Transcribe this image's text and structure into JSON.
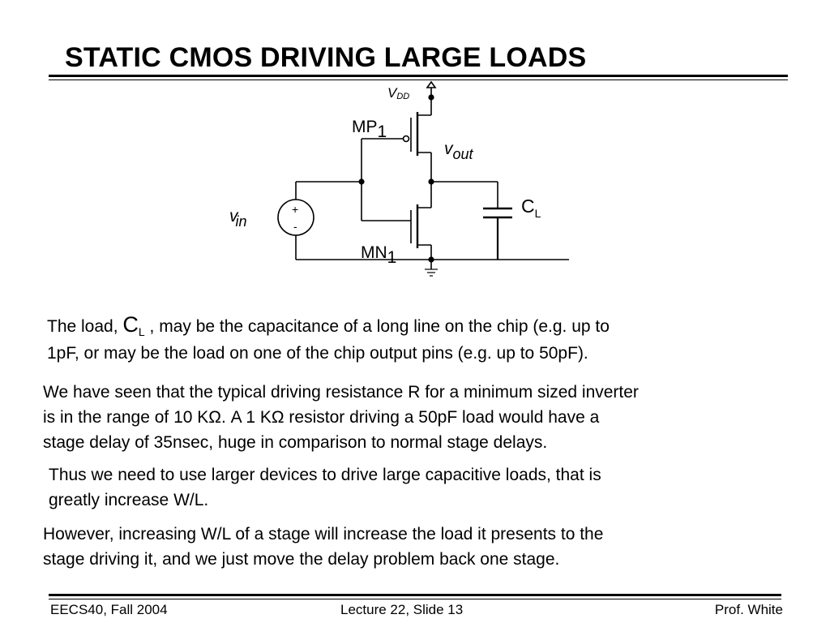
{
  "title": "STATIC CMOS DRIVING LARGE LOADS",
  "circuit": {
    "vdd_main": "V",
    "vdd_sub": "DD",
    "mp_main": "MP",
    "mp_sub": "1",
    "mn_main": "MN",
    "mn_sub": "1",
    "vout_main": "v",
    "vout_sub": "out",
    "vin_main": "v",
    "vin_sub": "in",
    "cl_main": "C",
    "cl_sub": "L",
    "plus": "+",
    "minus": "-"
  },
  "paragraphs": {
    "p1": {
      "part_a": "The load, ",
      "cl_main": "C",
      "cl_sub": "L",
      "part_b": " , may be the capacitance of a long line on the chip (e.g. up to",
      "line2": "1pF, or may be the load on one of the chip output pins (e.g. up to 50pF)."
    },
    "p2": {
      "line1": "We have seen that the typical driving resistance R for a minimum sized inverter",
      "line2": "is in the range of 10 KΩ.  A 1 KΩ resistor driving a 50pF load would have a",
      "line3": "stage delay of 35nsec, huge in comparison to normal stage delays."
    },
    "p3": {
      "line1": "Thus we need to use larger devices to drive large capacitive loads, that is",
      "line2": "greatly increase W/L."
    },
    "p4": {
      "line1": "However, increasing W/L of a stage will increase the load it presents to the",
      "line2": "stage driving it, and we just move the delay problem back one stage."
    }
  },
  "footer": {
    "course": "EECS40, Fall 2004",
    "lecture": "Lecture 22, Slide 13",
    "author": "Prof. White"
  }
}
